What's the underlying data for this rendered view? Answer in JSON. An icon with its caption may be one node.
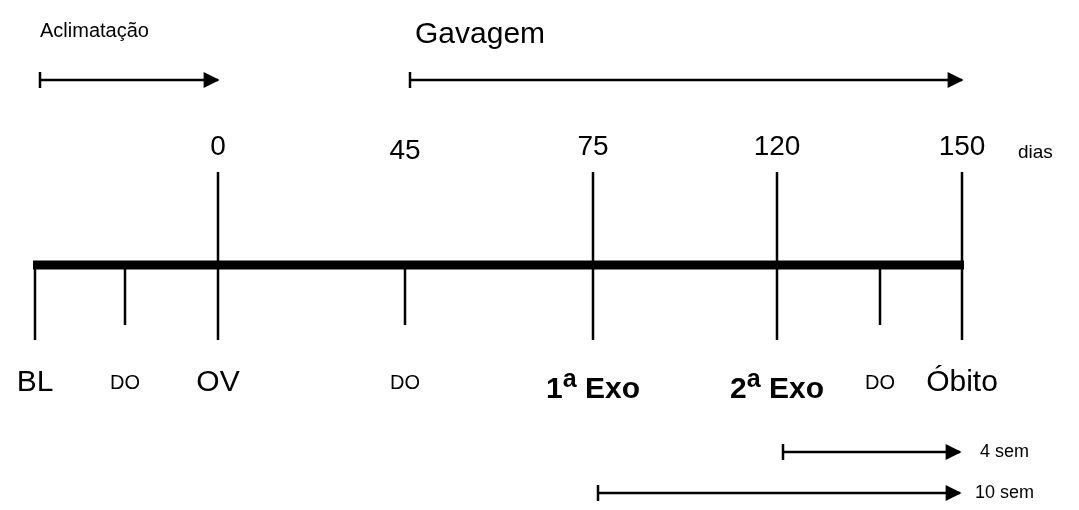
{
  "diagram": {
    "labels": [
      "Aclimatação",
      "Gavagem",
      "0",
      "45",
      "75",
      "120",
      "150",
      "dias",
      "BL",
      "DO",
      "OV",
      "DO",
      "1$^{a}$ Exo",
      "2$^{a}$ Exo",
      "DO",
      "Óbito",
      "4 sem",
      "10 sem"
    ]
  }
}
